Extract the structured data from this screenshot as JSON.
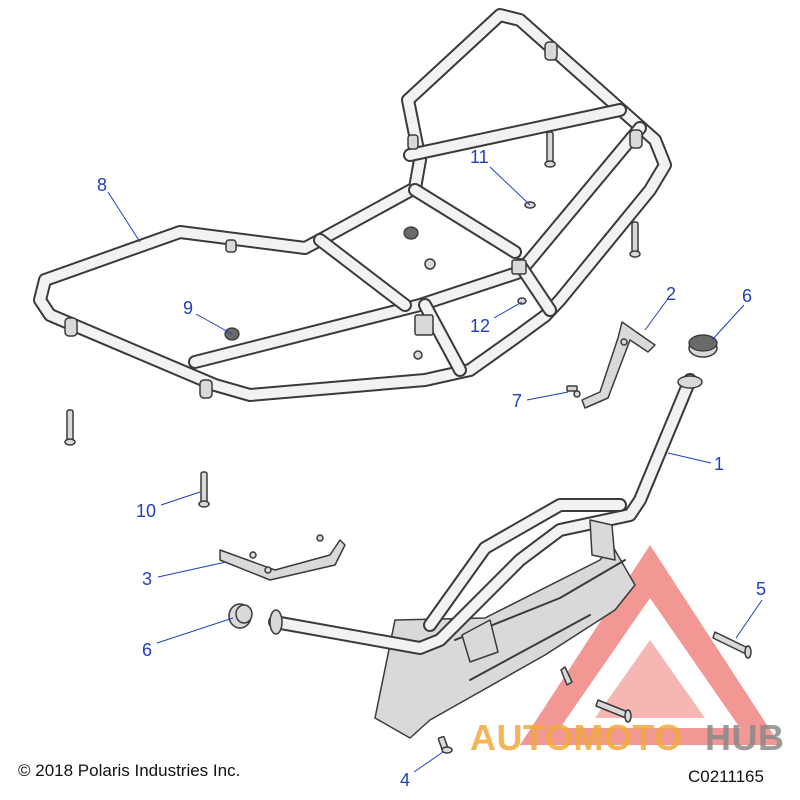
{
  "callouts": [
    {
      "id": "1",
      "label": "1"
    },
    {
      "id": "2",
      "label": "2"
    },
    {
      "id": "3",
      "label": "3"
    },
    {
      "id": "4",
      "label": "4"
    },
    {
      "id": "5",
      "label": "5"
    },
    {
      "id": "6a",
      "label": "6"
    },
    {
      "id": "6b",
      "label": "6"
    },
    {
      "id": "7",
      "label": "7"
    },
    {
      "id": "8",
      "label": "8"
    },
    {
      "id": "9",
      "label": "9"
    },
    {
      "id": "10",
      "label": "10"
    },
    {
      "id": "11",
      "label": "11"
    },
    {
      "id": "12",
      "label": "12"
    }
  ],
  "footer": {
    "copyright": "© 2018 Polaris Industries Inc.",
    "diagram_code": "C0211165"
  },
  "watermark": {
    "text_part1": "AUTOMOTO",
    "text_part2": "HUB",
    "color_primary": "#e8433b",
    "color_accent": "#f1a93a",
    "color_secondary": "#8a8a8a"
  },
  "colors": {
    "callout": "#1f3fbf",
    "line": "#3a3a3a"
  }
}
